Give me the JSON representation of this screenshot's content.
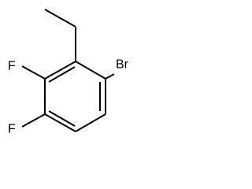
{
  "molecule": {
    "atoms": {
      "bromine": "Br",
      "fluorine_upper": "F",
      "fluorine_lower": "F"
    }
  },
  "colors": {
    "background": "#ffffff",
    "ink": "#000000"
  }
}
